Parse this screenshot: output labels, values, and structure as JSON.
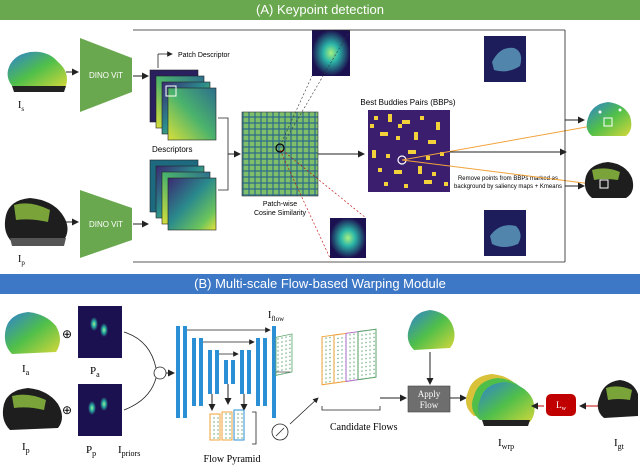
{
  "section_a": {
    "title": "(A) Keypoint detection",
    "input_s": "I",
    "input_s_sub": "s",
    "input_p": "I",
    "input_p_sub": "p",
    "dino_top": "DINO ViT",
    "dino_bottom": "DINO ViT",
    "patch_descriptor": "Patch Descriptor",
    "descriptors": "Descriptors",
    "cosine_line1": "Patch-wise",
    "cosine_line2": "Cosine Similarity",
    "bbp_title": "Best Buddies Pairs (BBPs)",
    "remove_line1": "Remove points from BBPs marked as",
    "remove_line2": "background by saliency maps + Kmeans"
  },
  "section_b": {
    "title": "(B) Multi-scale Flow-based Warping Module",
    "i_a": "I",
    "i_a_sub": "a",
    "p_a": "P",
    "p_a_sub": "a",
    "i_p": "I",
    "i_p_sub": "p",
    "p_p": "P",
    "p_p_sub": "p",
    "i_priors": "I",
    "i_priors_sub": "priors",
    "i_flow": "I",
    "i_flow_sub": "flow",
    "flow_pyramid": "Flow Pyramid",
    "candidate_flows": "Candidate Flows",
    "apply_line1": "Apply",
    "apply_line2": "Flow",
    "i_wrp": "I",
    "i_wrp_sub": "wrp",
    "l_w": "L",
    "l_w_sub": "w",
    "i_gt": "I",
    "i_gt_sub": "gt",
    "oplus1": "⊕",
    "oplus2": "⊕"
  },
  "colors": {
    "banner_a": "#6aa84f",
    "banner_b": "#3d78c6",
    "dino_green": "#6aa84f",
    "unet_blue": "#2b8fd6",
    "bbp_purple": "#3b1f6e",
    "bbp_yellow": "#f2d13b",
    "loss_red": "#c00000",
    "guide_orange": "#f2a33a"
  }
}
